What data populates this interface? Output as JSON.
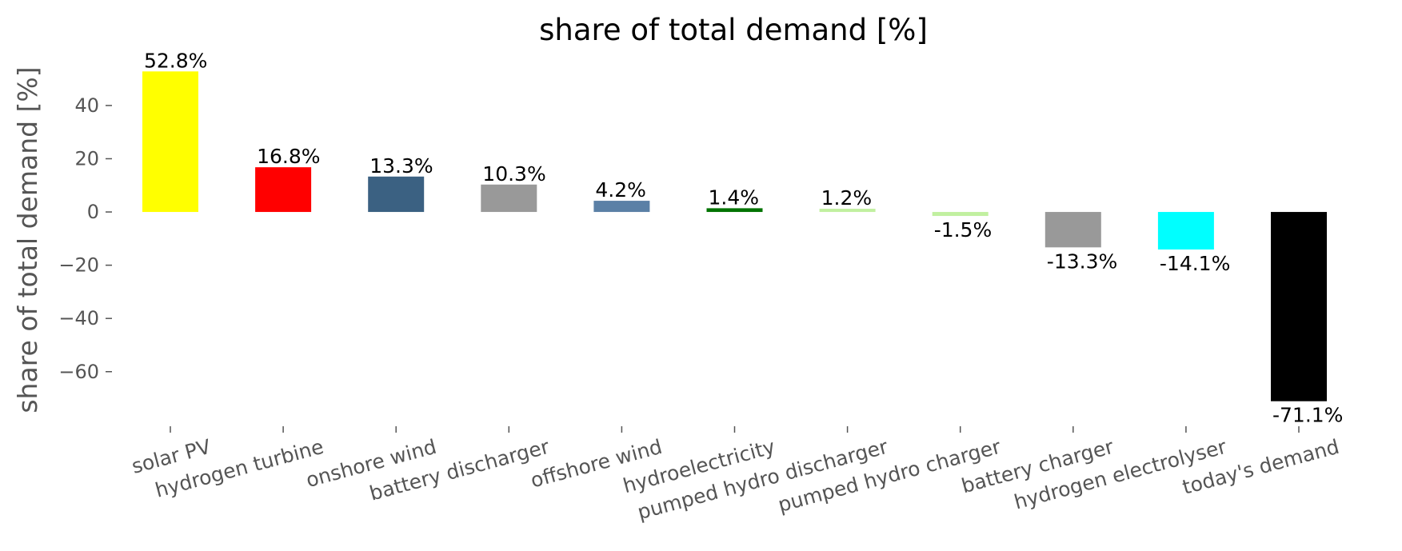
{
  "chart_data": {
    "type": "bar",
    "title": "share of total demand [%]",
    "ylabel": "share of total demand [%]",
    "xlabel": "",
    "ylim": [
      -79,
      58
    ],
    "yticks": [
      40,
      20,
      0,
      -20,
      -40,
      -60
    ],
    "ytick_labels": [
      "40",
      "20",
      "0",
      "−20",
      "−40",
      "−60"
    ],
    "grid": false,
    "categories": [
      "solar PV",
      "hydrogen turbine",
      "onshore wind",
      "battery discharger",
      "offshore wind",
      "hydroelectricity",
      "pumped hydro discharger",
      "pumped hydro charger",
      "battery charger",
      "hydrogen electrolyser",
      "today's demand"
    ],
    "values": [
      52.8,
      16.8,
      13.3,
      10.3,
      4.2,
      1.4,
      1.2,
      -1.5,
      -13.3,
      -14.1,
      -71.1
    ],
    "labels": [
      "52.8%",
      "16.8%",
      "13.3%",
      "10.3%",
      "4.2%",
      "1.4%",
      "1.2%",
      "-1.5%",
      "-13.3%",
      "-14.1%",
      "-71.1%"
    ],
    "colors": [
      "#ffff00",
      "#ff0000",
      "#3b6182",
      "#999999",
      "#5b80a6",
      "#007300",
      "#c1f0a0",
      "#c1f0a0",
      "#999999",
      "#00ffff",
      "#000000"
    ]
  }
}
